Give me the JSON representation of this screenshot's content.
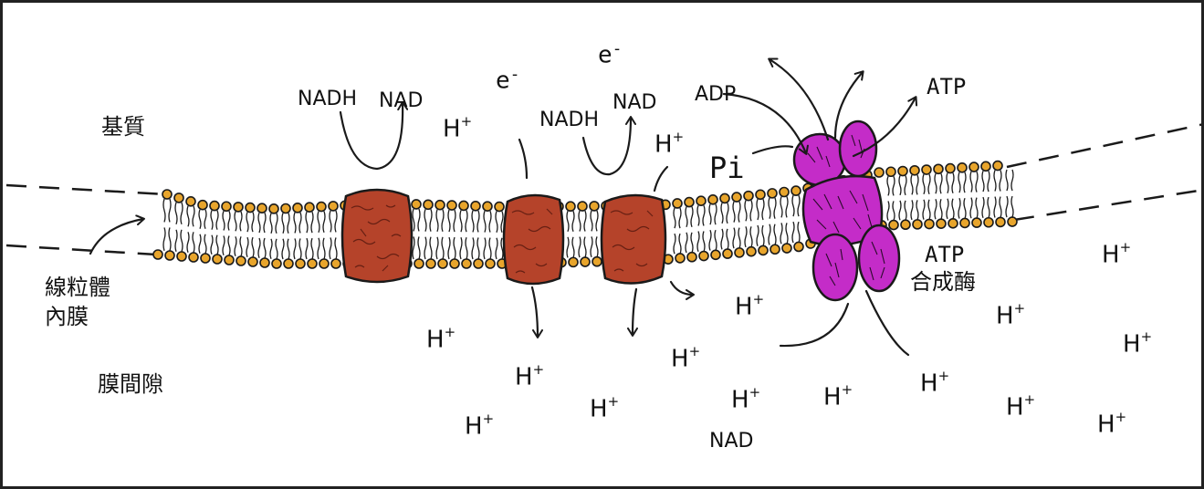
{
  "labels": {
    "matrix": "基質",
    "inner_membrane_1": "線粒體",
    "inner_membrane_2": "內膜",
    "intermembrane_space": "膜間隙",
    "nadh_1": "NADH",
    "nad_1": "NAD",
    "nadh_2": "NADH",
    "nad_2": "NAD",
    "nad_bottom": "NAD",
    "adp": "ADP",
    "pi": "Pi",
    "atp": "ATP",
    "atp_synthase_1": "ATP",
    "atp_synthase_2": "合成酶"
  },
  "electron": {
    "base": "e",
    "charge": "-"
  },
  "proton": {
    "base": "H",
    "charge": "+"
  },
  "colors": {
    "complex": "#b5432a",
    "atp_synthase": "#c42cc8",
    "head_group": "#e8a52c",
    "outline": "#1a1a1a"
  }
}
